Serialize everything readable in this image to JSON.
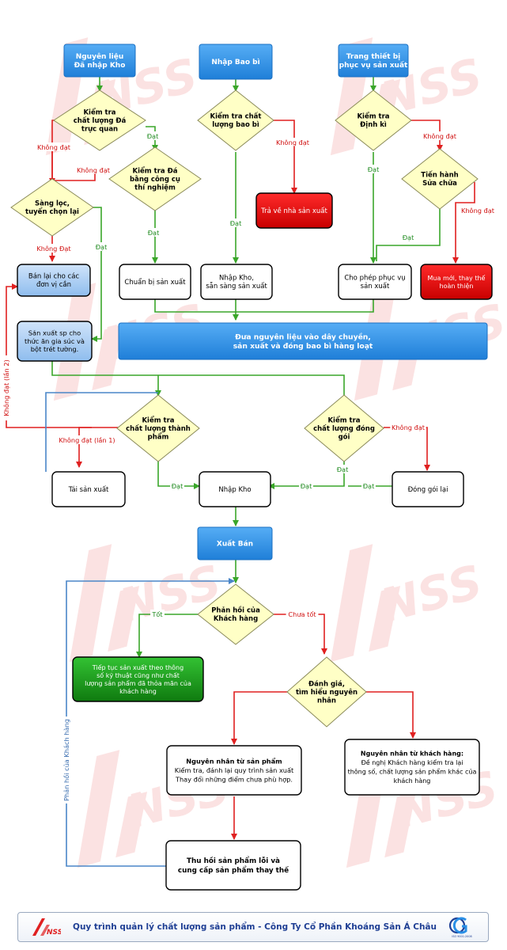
{
  "diagram": {
    "watermark": "NSS",
    "nodes": {
      "nguyen_lieu": [
        "Nguyên liệu",
        "Đã nhập Kho"
      ],
      "nhap_bao_bi": [
        "Nhập Bao bì"
      ],
      "trang_thiet_bi": [
        "Trang thiết bị",
        "phục vụ sản xuất"
      ],
      "kiem_tra_cl_da": [
        "Kiểm tra",
        "chất lượng Đá",
        "trực quan"
      ],
      "kiem_tra_bao_bi": [
        "Kiểm tra chất",
        "lượng bao bì"
      ],
      "kiem_tra_dinh_ki": [
        "Kiểm tra",
        "Định kì"
      ],
      "kiem_tra_da_cu": [
        "Kiểm tra Đá",
        "bằng công cụ",
        "thí nghiệm"
      ],
      "tien_hanh_sua": [
        "Tiến hành",
        "Sửa chữa"
      ],
      "sang_loc": [
        "Sàng lọc,",
        "tuyển chọn lại"
      ],
      "tra_ve_nsx": [
        "Trả về nhà sản xuất"
      ],
      "ban_lai": [
        "Bán lại cho các",
        "đơn vị cần"
      ],
      "chuan_bi_sx": [
        "Chuẩn bị sản xuất"
      ],
      "nhap_kho_san_sang": [
        "Nhập Kho,",
        "sẵn sàng sản xuất"
      ],
      "cho_phep_phuc_vu": [
        "Cho phép phục vụ",
        "sản xuất"
      ],
      "mua_moi": [
        "Mua mới, thay thế",
        "hoàn thiện"
      ],
      "san_xuat_sp": [
        "Sản xuất sp cho",
        "thức ăn gia súc và",
        "bột trét tường."
      ],
      "dua_nguyen_lieu": [
        "Đưa nguyên liệu vào dây chuyền,",
        "sản xuất và đóng bao bì hàng loạt"
      ],
      "kiem_tra_thanh_pham": [
        "Kiểm tra",
        "chất lượng thành",
        "phẩm"
      ],
      "kiem_tra_dong_goi": [
        "Kiểm tra",
        "chất lượng đóng",
        "gói"
      ],
      "tai_san_xuat": [
        "Tái sản xuất"
      ],
      "nhap_kho": [
        "Nhập Kho"
      ],
      "dong_goi_lai": [
        "Đóng gói lại"
      ],
      "xuat_ban": [
        "Xuất Bán"
      ],
      "phan_hoi": [
        "Phản hồi của",
        "Khách hàng"
      ],
      "tiep_tuc_sx": [
        "Tiếp tục sản xuất theo thông",
        "số kỹ  thuật cũng như chất",
        "lượng sản phẩm đã thỏa mãn của",
        "khách hàng"
      ],
      "danh_gia": [
        "Đánh giá,",
        "tìm hiểu nguyên",
        "nhân"
      ],
      "nn_san_pham": [
        "Nguyên nhân từ sản phẩm",
        "Kiểm tra, đánh lại quy trình sản xuất",
        "Thay đổi những điểm chưa phù hợp."
      ],
      "nn_khach_hang": [
        "Nguyên nhân từ khách hàng:",
        "Đề nghị Khách hàng kiểm tra lại",
        "thông số, chất lượng sản phẩm khác của",
        "khách hàng"
      ],
      "thu_hoi": [
        "Thu hồi sản phẩm lỗi và",
        "cung cấp sản phẩm thay thế"
      ]
    },
    "labels": {
      "dat": "Đạt",
      "khong_dat": "Không đạt",
      "khong_dat_cap": "Không Đạt",
      "khong_dat_lan1": "Không đạt (lần 1)",
      "khong_dat_lan2": "Không đạt (lần 2)",
      "tot": "Tốt",
      "chua_tot": "Chưa tốt",
      "phan_hoi_kh": "Phản hồi của Khách hàng"
    },
    "colors": {
      "blue_box": "#2a8fe6",
      "diamond": "#ffffc6",
      "red_box": "#e60000",
      "light_blue_box": "#a9ccf2",
      "green_box": "#1e9e1e",
      "green_line": "#3aa62a",
      "red_line": "#e02020",
      "blue_line": "#4a86c8"
    }
  },
  "footer": {
    "title": "Quy trình quản lý chất lượng sản phẩm - Công Ty Cổ Phần Khoáng Sản Á Châu",
    "logo_text": "NSS",
    "cert_text": "ISO 9001:2008"
  }
}
